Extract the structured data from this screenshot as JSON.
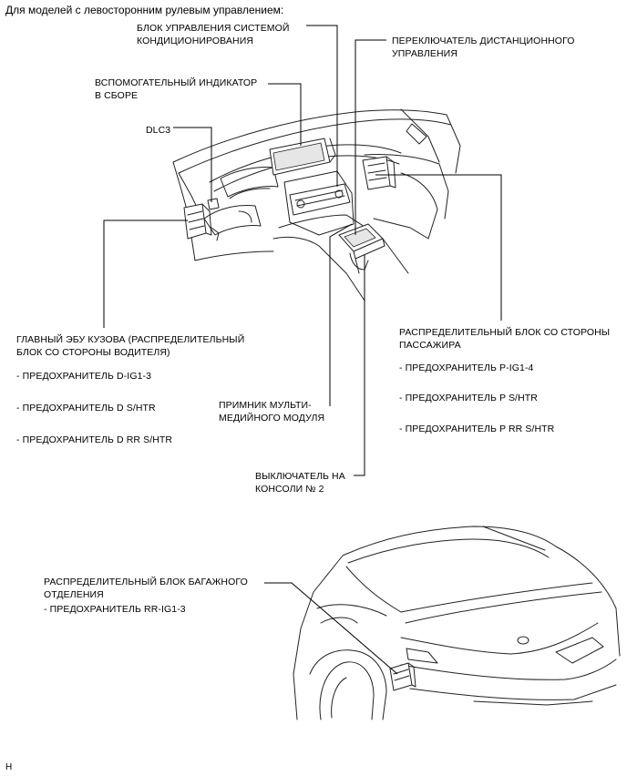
{
  "header": "Для моделей с левосторонним рулевым управлением:",
  "labels": {
    "ac_control": "БЛОК УПРАВЛЕНИЯ СИСТЕМОЙ\nКОНДИЦИОНИРОВАНИЯ",
    "remote_switch": "ПЕРЕКЛЮЧАТЕЛЬ ДИСТАНЦИОННОГО\nУПРАВЛЕНИЯ",
    "aux_indicator": "ВСПОМОГАТЕЛЬНЫЙ ИНДИКАТОР\nВ СБОРЕ",
    "dlc3": "DLC3",
    "main_body_ecu": "ГЛАВНЫЙ ЭБУ КУЗОВА (РАСПРЕДЕЛИТЕЛЬНЫЙ\nБЛОК СО СТОРОНЫ ВОДИТЕЛЯ)",
    "passenger_jb": "РАСПРЕДЕЛИТЕЛЬНЫЙ БЛОК СО СТОРОНЫ\nПАССАЖИРА",
    "multimedia_receiver": "ПРИМНИК МУЛЬТИ-\nМЕДИЙНОГО МОДУЛЯ",
    "console_switch": "ВЫКЛЮЧАТЕЛЬ НА\nКОНСОЛИ № 2",
    "luggage_jb": "РАСПРЕДЕЛИТЕЛЬНЫЙ БЛОК БАГАЖНОГО\nОТДЕЛЕНИЯ"
  },
  "driver_fuses": [
    "- ПРЕДОХРАНИТЕЛЬ D-IG1-3",
    "- ПРЕДОХРАНИТЕЛЬ D S/HTR",
    "- ПРЕДОХРАНИТЕЛЬ D RR S/HTR"
  ],
  "passenger_fuses": [
    "- ПРЕДОХРАНИТЕЛЬ P-IG1-4",
    "- ПРЕДОХРАНИТЕЛЬ P S/HTR",
    "- ПРЕДОХРАНИТЕЛЬ P RR S/HTR"
  ],
  "luggage_fuses": [
    "- ПРЕДОХРАНИТЕЛЬ RR-IG1-3"
  ],
  "footer": "H"
}
